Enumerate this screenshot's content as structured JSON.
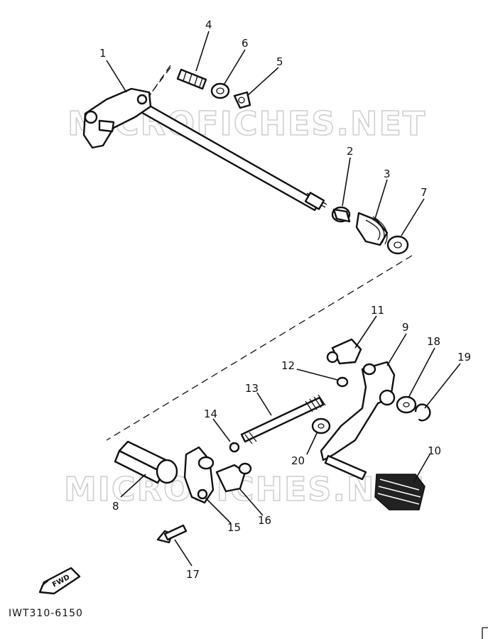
{
  "watermark": "MICROFICHES.NET",
  "drawing_code": "IWT310-6150",
  "fwd_label": "FWD",
  "callouts": [
    {
      "key": "c1",
      "label": "1"
    },
    {
      "key": "c2",
      "label": "2"
    },
    {
      "key": "c3",
      "label": "3"
    },
    {
      "key": "c4",
      "label": "4"
    },
    {
      "key": "c5",
      "label": "5"
    },
    {
      "key": "c6",
      "label": "6"
    },
    {
      "key": "c7",
      "label": "7"
    },
    {
      "key": "c8",
      "label": "8"
    },
    {
      "key": "c9",
      "label": "9"
    },
    {
      "key": "c10",
      "label": "10"
    },
    {
      "key": "c11",
      "label": "11"
    },
    {
      "key": "c12",
      "label": "12"
    },
    {
      "key": "c13",
      "label": "13"
    },
    {
      "key": "c14",
      "label": "14"
    },
    {
      "key": "c15",
      "label": "15"
    },
    {
      "key": "c16",
      "label": "16"
    },
    {
      "key": "c17",
      "label": "17"
    },
    {
      "key": "c18",
      "label": "18"
    },
    {
      "key": "c19",
      "label": "19"
    },
    {
      "key": "c20",
      "label": "20"
    }
  ]
}
